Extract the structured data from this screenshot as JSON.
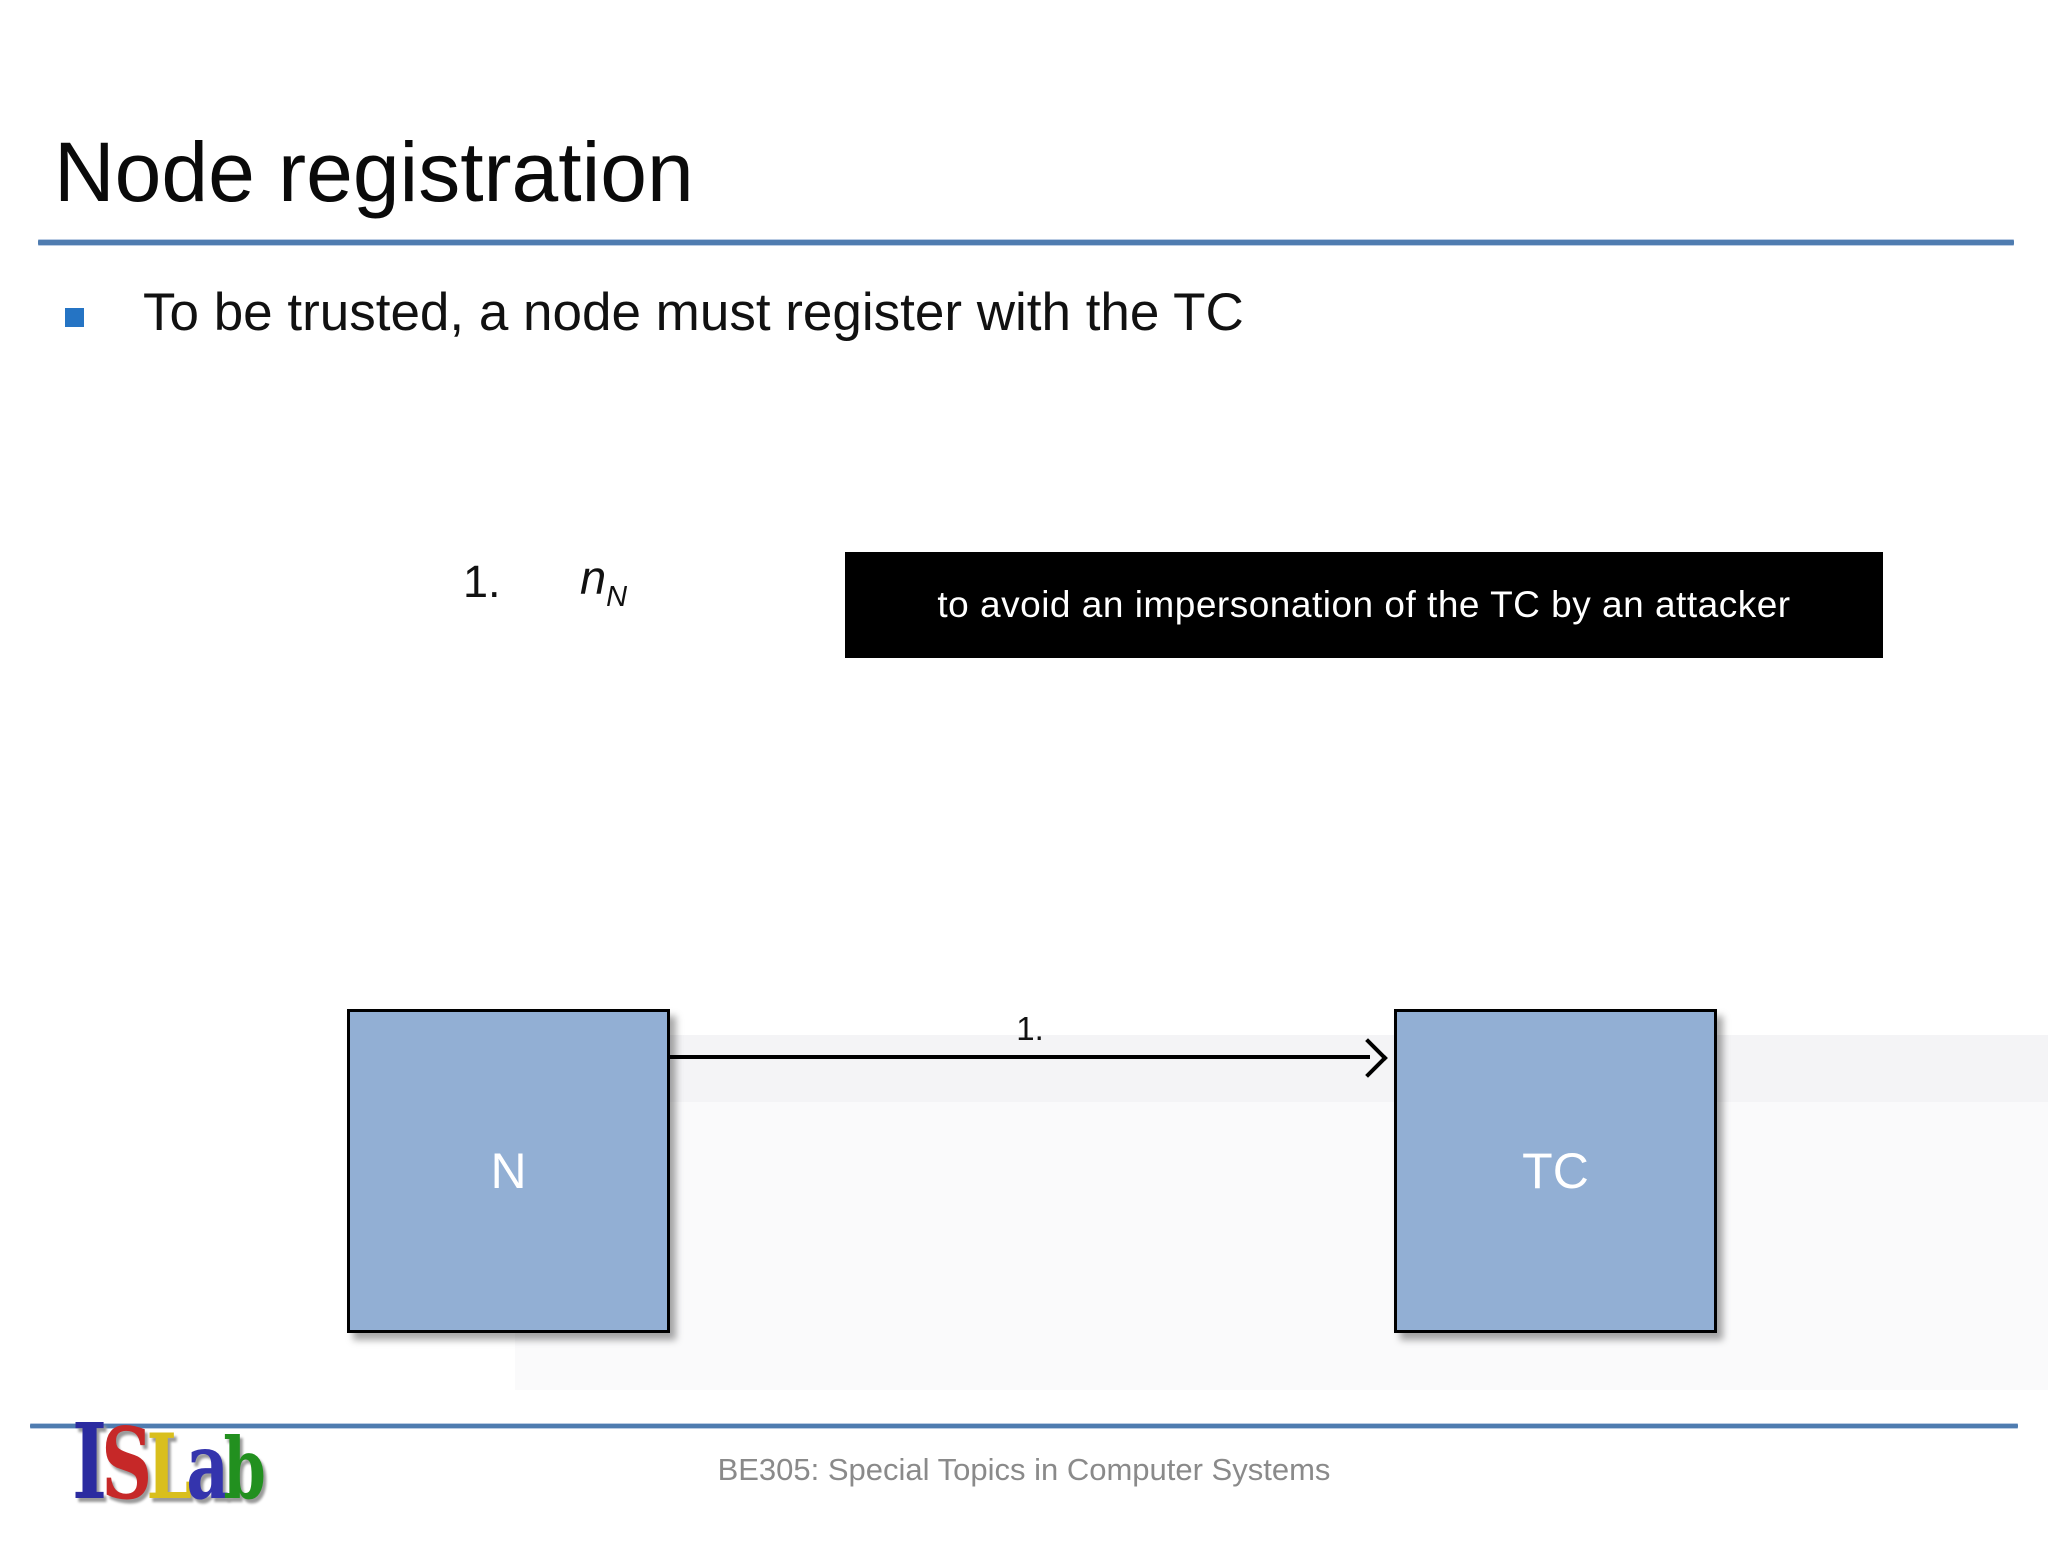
{
  "title": "Node registration",
  "bullet": {
    "text": "To be trusted, a node must register with the TC"
  },
  "step": {
    "number": "1.",
    "var_base": "n",
    "var_sub": "N"
  },
  "callout": {
    "text": "to avoid an impersonation of the TC by an attacker",
    "bg": "#000000",
    "fg": "#ffffff"
  },
  "diagram": {
    "left_node": {
      "label": "N"
    },
    "right_node": {
      "label": "TC"
    },
    "arrow": {
      "label": "1."
    },
    "node_fill": "#92afd4",
    "node_border": "#000000"
  },
  "footer": {
    "course_code": "BE305: Special Topics in Computer Systems",
    "logo": {
      "letters": [
        {
          "char": "I",
          "color": "#2b2ba0"
        },
        {
          "char": "S",
          "color": "#c62828"
        },
        {
          "char": "L",
          "color": "#d9bf1d"
        },
        {
          "char": "a",
          "color": "#3434ad"
        },
        {
          "char": "b",
          "color": "#22901f"
        }
      ]
    }
  },
  "colors": {
    "divider_blue": "#4f7cb0",
    "bullet_marker": "#2574c4",
    "footer_text": "#8a8a8a"
  }
}
